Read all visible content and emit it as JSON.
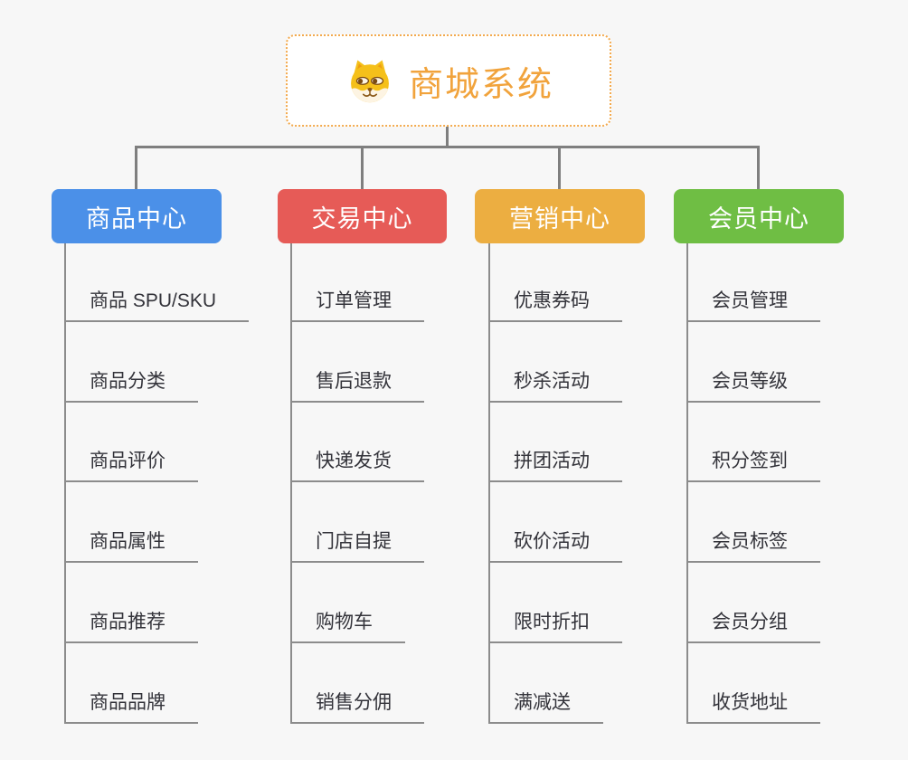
{
  "root": {
    "title": "商城系统",
    "emoji_icon": "shiba-dog-face"
  },
  "branches": [
    {
      "label": "商品中心",
      "color": "#4b90e8",
      "items": [
        "商品 SPU/SKU",
        "商品分类",
        "商品评价",
        "商品属性",
        "商品推荐",
        "商品品牌"
      ]
    },
    {
      "label": "交易中心",
      "color": "#e65b57",
      "items": [
        "订单管理",
        "售后退款",
        "快递发货",
        "门店自提",
        "购物车",
        "销售分佣"
      ]
    },
    {
      "label": "营销中心",
      "color": "#ecae41",
      "items": [
        "优惠券码",
        "秒杀活动",
        "拼团活动",
        "砍价活动",
        "限时折扣",
        "满减送"
      ]
    },
    {
      "label": "会员中心",
      "color": "#6fbe44",
      "items": [
        "会员管理",
        "会员等级",
        "积分签到",
        "会员标签",
        "会员分组",
        "收货地址"
      ]
    }
  ],
  "colors": {
    "background": "#f7f7f7",
    "connector": "#7f7f7f",
    "item_underline": "#8c8c8c",
    "item_text": "#33333a",
    "root_border": "#f3aa4e",
    "root_title": "#f1a33c"
  }
}
